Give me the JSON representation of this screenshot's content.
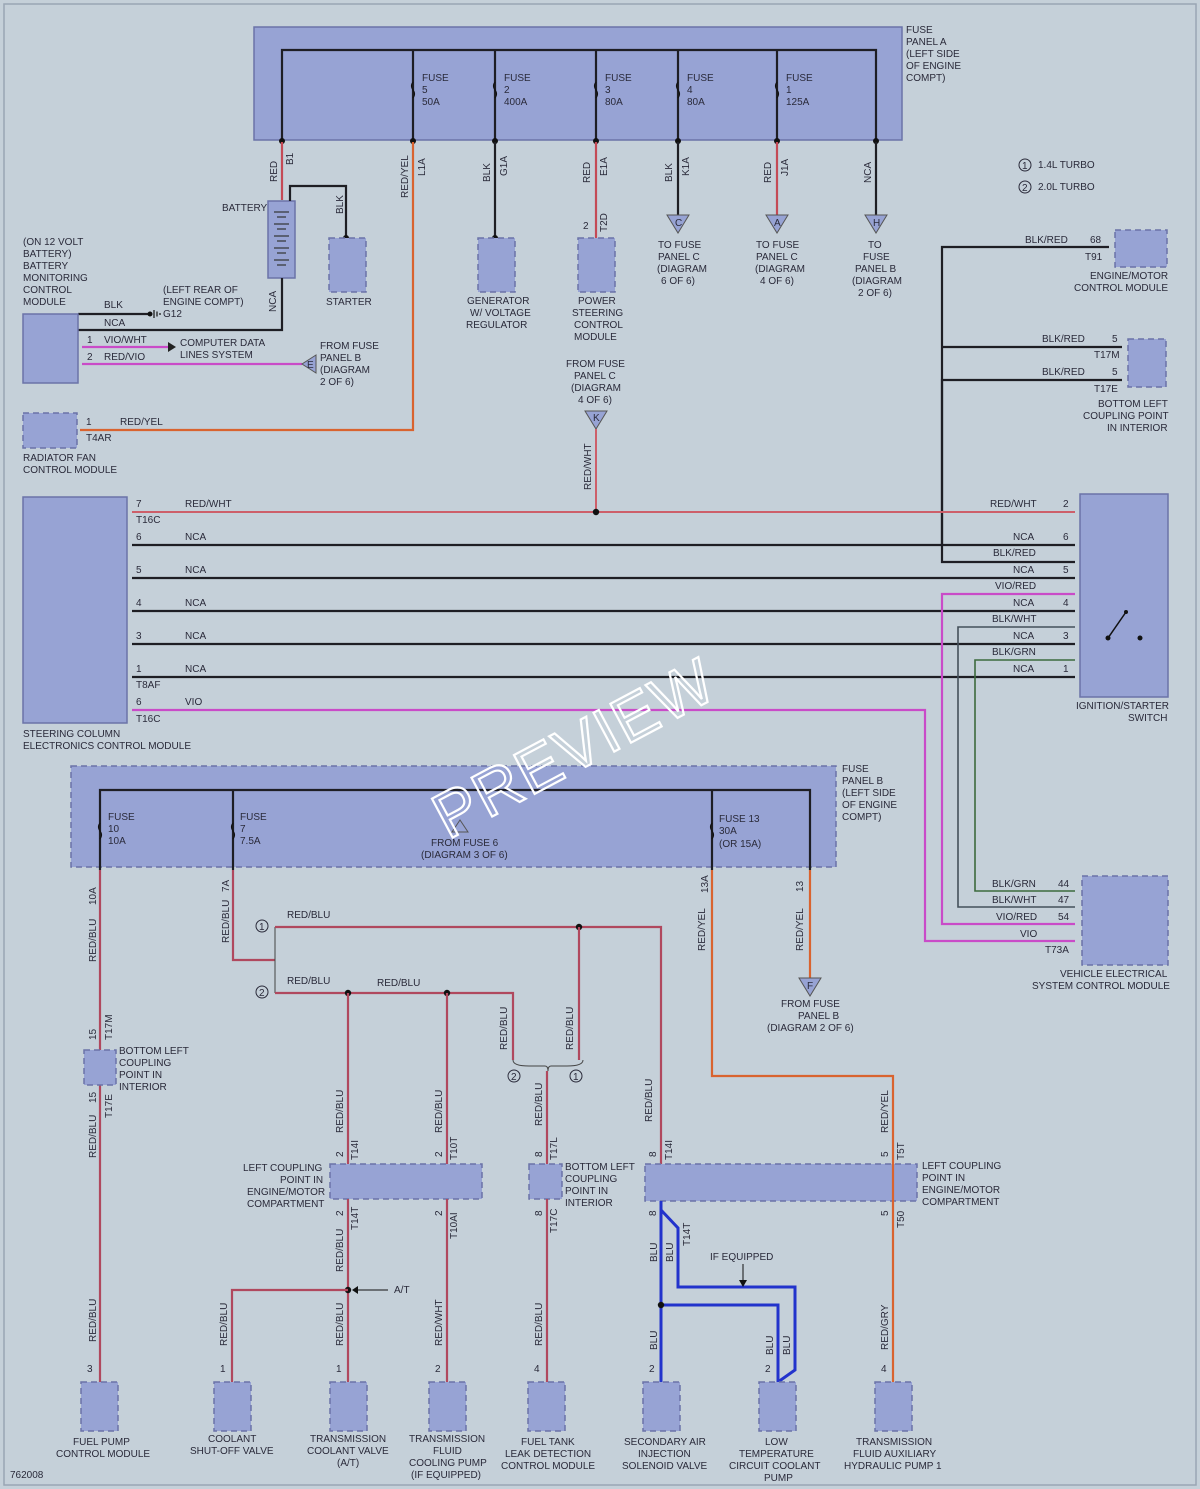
{
  "watermark": "PREVIEW",
  "diagram_id": "762008",
  "legend": [
    {
      "mark": "1",
      "text": "1.4L TURBO"
    },
    {
      "mark": "2",
      "text": "2.0L TURBO"
    }
  ],
  "fuse_panel_a": {
    "label": [
      "FUSE",
      "PANEL A",
      "(LEFT SIDE",
      "OF ENGINE",
      "COMPT)"
    ],
    "fuses": [
      {
        "lines": [
          "FUSE",
          "5",
          "50A"
        ],
        "wire": "RED/YEL",
        "pin": "L1A"
      },
      {
        "lines": [
          "FUSE",
          "2",
          "400A"
        ],
        "wire": "BLK",
        "pin": "G1A"
      },
      {
        "lines": [
          "FUSE",
          "3",
          "80A"
        ],
        "wire": "RED",
        "pin": "E1A"
      },
      {
        "lines": [
          "FUSE",
          "4",
          "80A"
        ],
        "wire": "BLK",
        "pin": "K1A"
      },
      {
        "lines": [
          "FUSE",
          "1",
          "125A"
        ],
        "wire": "RED",
        "pin": "J1A"
      }
    ],
    "b1_wire": "RED",
    "b1_pin": "B1",
    "nca_wire": "NCA"
  },
  "battery_area": {
    "battery": "BATTERY",
    "blk": "BLK",
    "nca": "NCA",
    "starter": "STARTER",
    "bms_label": [
      "(ON 12 VOLT",
      "BATTERY)",
      "BATTERY",
      "MONITORING",
      "CONTROL",
      "MODULE"
    ],
    "ground_label": [
      "(LEFT REAR OF",
      "ENGINE COMPT)"
    ],
    "ground_id": "G12",
    "w_blk": "BLK",
    "w_nca": "NCA",
    "pin1": "1",
    "w_viowht": "VIO/WHT",
    "pin2": "2",
    "w_redvio": "RED/VIO",
    "computer_data": [
      "COMPUTER DATA",
      "LINES SYSTEM"
    ],
    "from_fuse_b": [
      "FROM FUSE",
      "PANEL B",
      "(DIAGRAM",
      "2 OF 6)"
    ],
    "from_fuse_b_letter": "E"
  },
  "generator": {
    "label": [
      "GENERATOR",
      "W/ VOLTAGE",
      "REGULATOR"
    ]
  },
  "power_steering": {
    "label": [
      "POWER",
      "STEERING",
      "CONTROL",
      "MODULE"
    ],
    "pin": "2",
    "conn": "T2D"
  },
  "to_fuse": [
    {
      "letter": "C",
      "lines": [
        "TO FUSE",
        "PANEL C",
        "(DIAGRAM",
        "6 OF 6)"
      ]
    },
    {
      "letter": "A",
      "lines": [
        "TO FUSE",
        "PANEL C",
        "(DIAGRAM",
        "4 OF 6)"
      ]
    },
    {
      "letter": "H",
      "lines": [
        "TO",
        "FUSE",
        "PANEL B",
        "(DIAGRAM",
        "2 OF 6)"
      ]
    }
  ],
  "from_fuse_c": {
    "letter": "K",
    "lines": [
      "FROM FUSE",
      "PANEL C",
      "(DIAGRAM",
      "4 OF 6)"
    ],
    "wire": "RED/WHT"
  },
  "radiator_fan": {
    "label": [
      "RADIATOR FAN",
      "CONTROL MODULE"
    ],
    "pin": "1",
    "conn": "T4AR",
    "wire": "RED/YEL"
  },
  "ecm": {
    "label": [
      "ENGINE/MOTOR",
      "CONTROL MODULE"
    ],
    "wire": "BLK/RED",
    "pin": "68",
    "conn": "T91"
  },
  "bottom_left_top": {
    "label": [
      "BOTTOM LEFT",
      "COUPLING POINT",
      "IN INTERIOR"
    ],
    "wire1": "BLK/RED",
    "pin1": "5",
    "conn1": "T17M",
    "wire2": "BLK/RED",
    "pin2": "5",
    "conn2": "T17E"
  },
  "steering_column": {
    "label": [
      "STEERING COLUMN",
      "ELECTRONICS CONTROL MODULE"
    ],
    "conn_t16c": "T16C",
    "conn_t8af": "T8AF",
    "conn_t16c_b": "T16C",
    "rows": [
      {
        "pin": "7",
        "wire": "RED/WHT"
      },
      {
        "pin": "6",
        "wire": "NCA"
      },
      {
        "pin": "5",
        "wire": "NCA"
      },
      {
        "pin": "4",
        "wire": "NCA"
      },
      {
        "pin": "3",
        "wire": "NCA"
      },
      {
        "pin": "1",
        "wire": "NCA"
      },
      {
        "pin": "6",
        "wire": "VIO"
      }
    ]
  },
  "ignition_switch": {
    "label": [
      "IGNITION/STARTER",
      "SWITCH"
    ],
    "rows": [
      {
        "wire": "RED/WHT",
        "pin": "2"
      },
      {
        "wire": "NCA",
        "pin": "6"
      },
      {
        "wire": "BLK/RED",
        "pin": ""
      },
      {
        "wire": "NCA",
        "pin": "5"
      },
      {
        "wire": "VIO/RED",
        "pin": ""
      },
      {
        "wire": "NCA",
        "pin": "4"
      },
      {
        "wire": "BLK/WHT",
        "pin": ""
      },
      {
        "wire": "NCA",
        "pin": "3"
      },
      {
        "wire": "BLK/GRN",
        "pin": ""
      },
      {
        "wire": "NCA",
        "pin": "1"
      }
    ]
  },
  "vehicle_electrical": {
    "label": [
      "VEHICLE ELECTRICAL",
      "SYSTEM CONTROL MODULE"
    ],
    "conn": "T73A",
    "rows": [
      {
        "wire": "BLK/GRN",
        "pin": "44"
      },
      {
        "wire": "BLK/WHT",
        "pin": "47"
      },
      {
        "wire": "VIO/RED",
        "pin": "54"
      },
      {
        "wire": "VIO",
        "pin": ""
      }
    ]
  },
  "fuse_panel_b": {
    "label": [
      "FUSE",
      "PANEL B",
      "(LEFT SIDE",
      "OF ENGINE",
      "COMPT)"
    ],
    "fuses": [
      {
        "lines": [
          "FUSE",
          "10",
          "10A"
        ],
        "wire": "RED/BLU",
        "pin": "10A"
      },
      {
        "lines": [
          "FUSE",
          "7",
          "7.5A"
        ],
        "wire": "RED/BLU",
        "pin": "7A"
      },
      {
        "lines": [
          "FUSE 13",
          "30A",
          "(OR 15A)"
        ],
        "wire": "RED/YEL",
        "pin": "13A"
      }
    ],
    "from_fuse6": [
      "FROM FUSE 6",
      "(DIAGRAM 3 OF 6)"
    ],
    "pin13": "13",
    "wire13": "RED/YEL",
    "from_fuse_b": [
      "FROM FUSE",
      "PANEL B",
      "(DIAGRAM 2 OF 6)"
    ],
    "from_fuse_b_letter": "F"
  },
  "lower": {
    "red_blu": "RED/BLU",
    "red_yel": "RED/YEL",
    "blu": "BLU",
    "red_wht": "RED/WHT",
    "red_gry": "RED/GRY",
    "at": "A/T",
    "if_equipped": "IF EQUIPPED",
    "mark1": "1",
    "mark2": "2",
    "bottom_left_mid": [
      "BOTTOM LEFT",
      "COUPLING",
      "POINT IN",
      "INTERIOR"
    ],
    "left_coupling_1": [
      "LEFT COUPLING",
      "POINT IN",
      "ENGINE/MOTOR",
      "COMPARTMENT"
    ],
    "bottom_left_2": [
      "BOTTOM LEFT",
      "COUPLING",
      "POINT IN",
      "INTERIOR"
    ],
    "left_coupling_2": [
      "LEFT COUPLING",
      "POINT IN",
      "ENGINE/MOTOR",
      "COMPARTMENT"
    ],
    "conns": {
      "t17m": "T17M",
      "t17e": "T17E",
      "p15a": "15",
      "p15b": "15",
      "t14i": "T14I",
      "t14t": "T14T",
      "t10t": "T10T",
      "t10ai": "T10AI",
      "t17l": "T17L",
      "t17c": "T17C",
      "t14i_b": "T14I",
      "t14t_b": "T14T",
      "t5t": "T5T",
      "t50": "T50",
      "p2": "2",
      "p8": "8",
      "p5": "5"
    }
  },
  "components": [
    {
      "pin": "3",
      "label": [
        "FUEL PUMP",
        "CONTROL MODULE"
      ]
    },
    {
      "pin": "1",
      "label": [
        "COOLANT",
        "SHUT-OFF VALVE"
      ]
    },
    {
      "pin": "1",
      "label": [
        "TRANSMISSION",
        "COOLANT VALVE",
        "(A/T)"
      ]
    },
    {
      "pin": "2",
      "label": [
        "TRANSMISSION",
        "FLUID",
        "COOLING PUMP",
        "(IF EQUIPPED)"
      ]
    },
    {
      "pin": "4",
      "label": [
        "FUEL TANK",
        "LEAK DETECTION",
        "CONTROL MODULE"
      ]
    },
    {
      "pin": "2",
      "label": [
        "SECONDARY AIR",
        "INJECTION",
        "SOLENOID VALVE"
      ]
    },
    {
      "pin": "2",
      "label": [
        "LOW",
        "TEMPERATURE",
        "CIRCUIT COOLANT",
        "PUMP"
      ]
    },
    {
      "pin": "4",
      "label": [
        "TRANSMISSION",
        "FLUID AUXILIARY",
        "HYDRAULIC PUMP 1"
      ]
    }
  ],
  "colors": {
    "wire_red": "#c44a56",
    "wire_red_yel": "#d9632f",
    "wire_vio": "#c94bc8",
    "wire_blu": "#2233cc",
    "module_fill": "#97a3d4",
    "background": "#c5d0d9"
  }
}
